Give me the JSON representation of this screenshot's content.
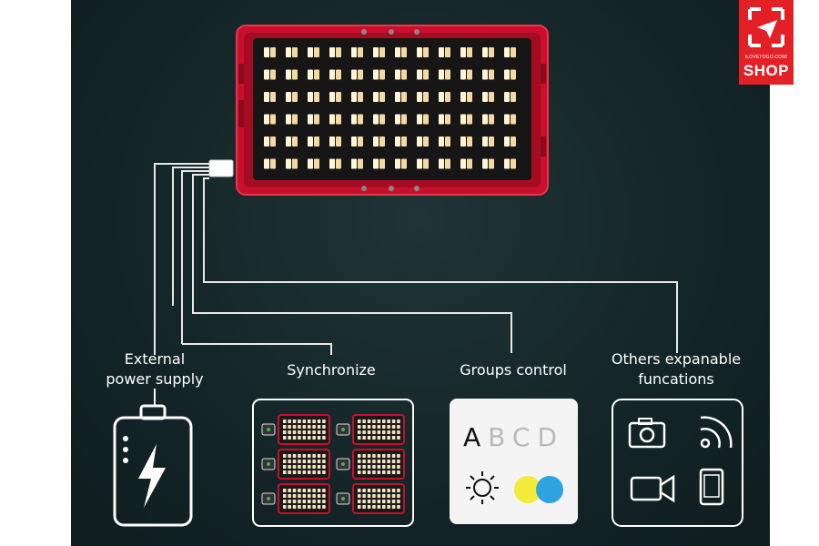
{
  "brand": {
    "url_text": "ILOVETOGO.COM/",
    "shop_text": "SHOP",
    "color": "#e32026"
  },
  "device": {
    "body_color": "#d4142a",
    "led_rows": 6,
    "led_cols": 12
  },
  "features": [
    {
      "label_lines": [
        "External",
        "power supply"
      ],
      "icon": "battery-bolt-icon"
    },
    {
      "label_lines": [
        "Synchronize"
      ],
      "icon": "sync-grid-icon"
    },
    {
      "label_lines": [
        "Groups control"
      ],
      "icon": "groups-control-icon"
    },
    {
      "label_lines": [
        "Others expanable",
        "funcations"
      ],
      "icon": "expand-functions-icon"
    }
  ],
  "groups_panel": {
    "letters": [
      "A",
      "B",
      "C",
      "D"
    ]
  },
  "colors": {
    "background": "#172a2c",
    "line": "#e8e8e8",
    "yellow_dot": "#f4ea3a",
    "blue_dot": "#2fa3df"
  }
}
